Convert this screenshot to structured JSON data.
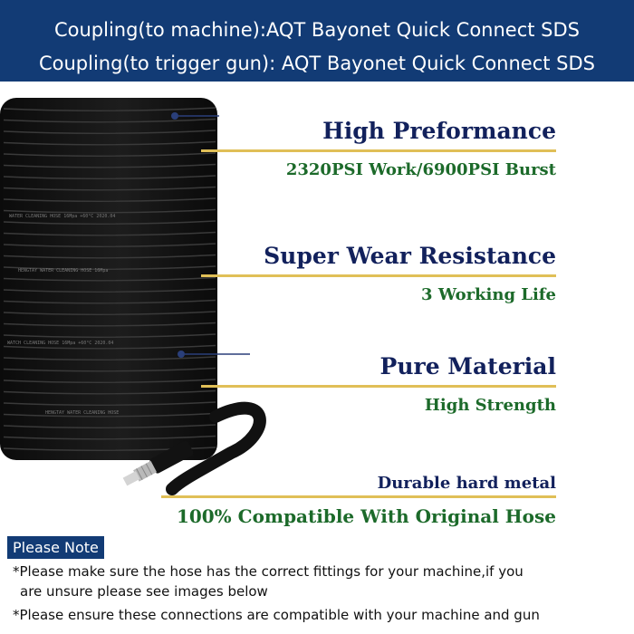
{
  "header": {
    "line1": "Coupling(to machine):AQT Bayonet Quick Connect SDS",
    "line2": "Coupling(to trigger gun): AQT Bayonet Quick Connect SDS"
  },
  "features": [
    {
      "title": "High Preformance",
      "subtitle": "2320PSI Work/6900PSI Burst"
    },
    {
      "title": "Super Wear Resistance",
      "subtitle": "3 Working Life"
    },
    {
      "title": "Pure Material",
      "subtitle": "High Strength"
    },
    {
      "title": "Durable hard metal",
      "subtitle": "100% Compatible With Original Hose"
    }
  ],
  "note": {
    "label": "Please Note",
    "line1": "*Please make sure the hose has the correct fittings for your machine,if you",
    "line2": "are unsure please see images below",
    "line3": "*Please ensure these connections are compatible with your machine and gun"
  },
  "colors": {
    "banner": "#123b75",
    "title": "#12215c",
    "subtitle": "#1c6a2a",
    "gold_line": "#e0bf57"
  }
}
